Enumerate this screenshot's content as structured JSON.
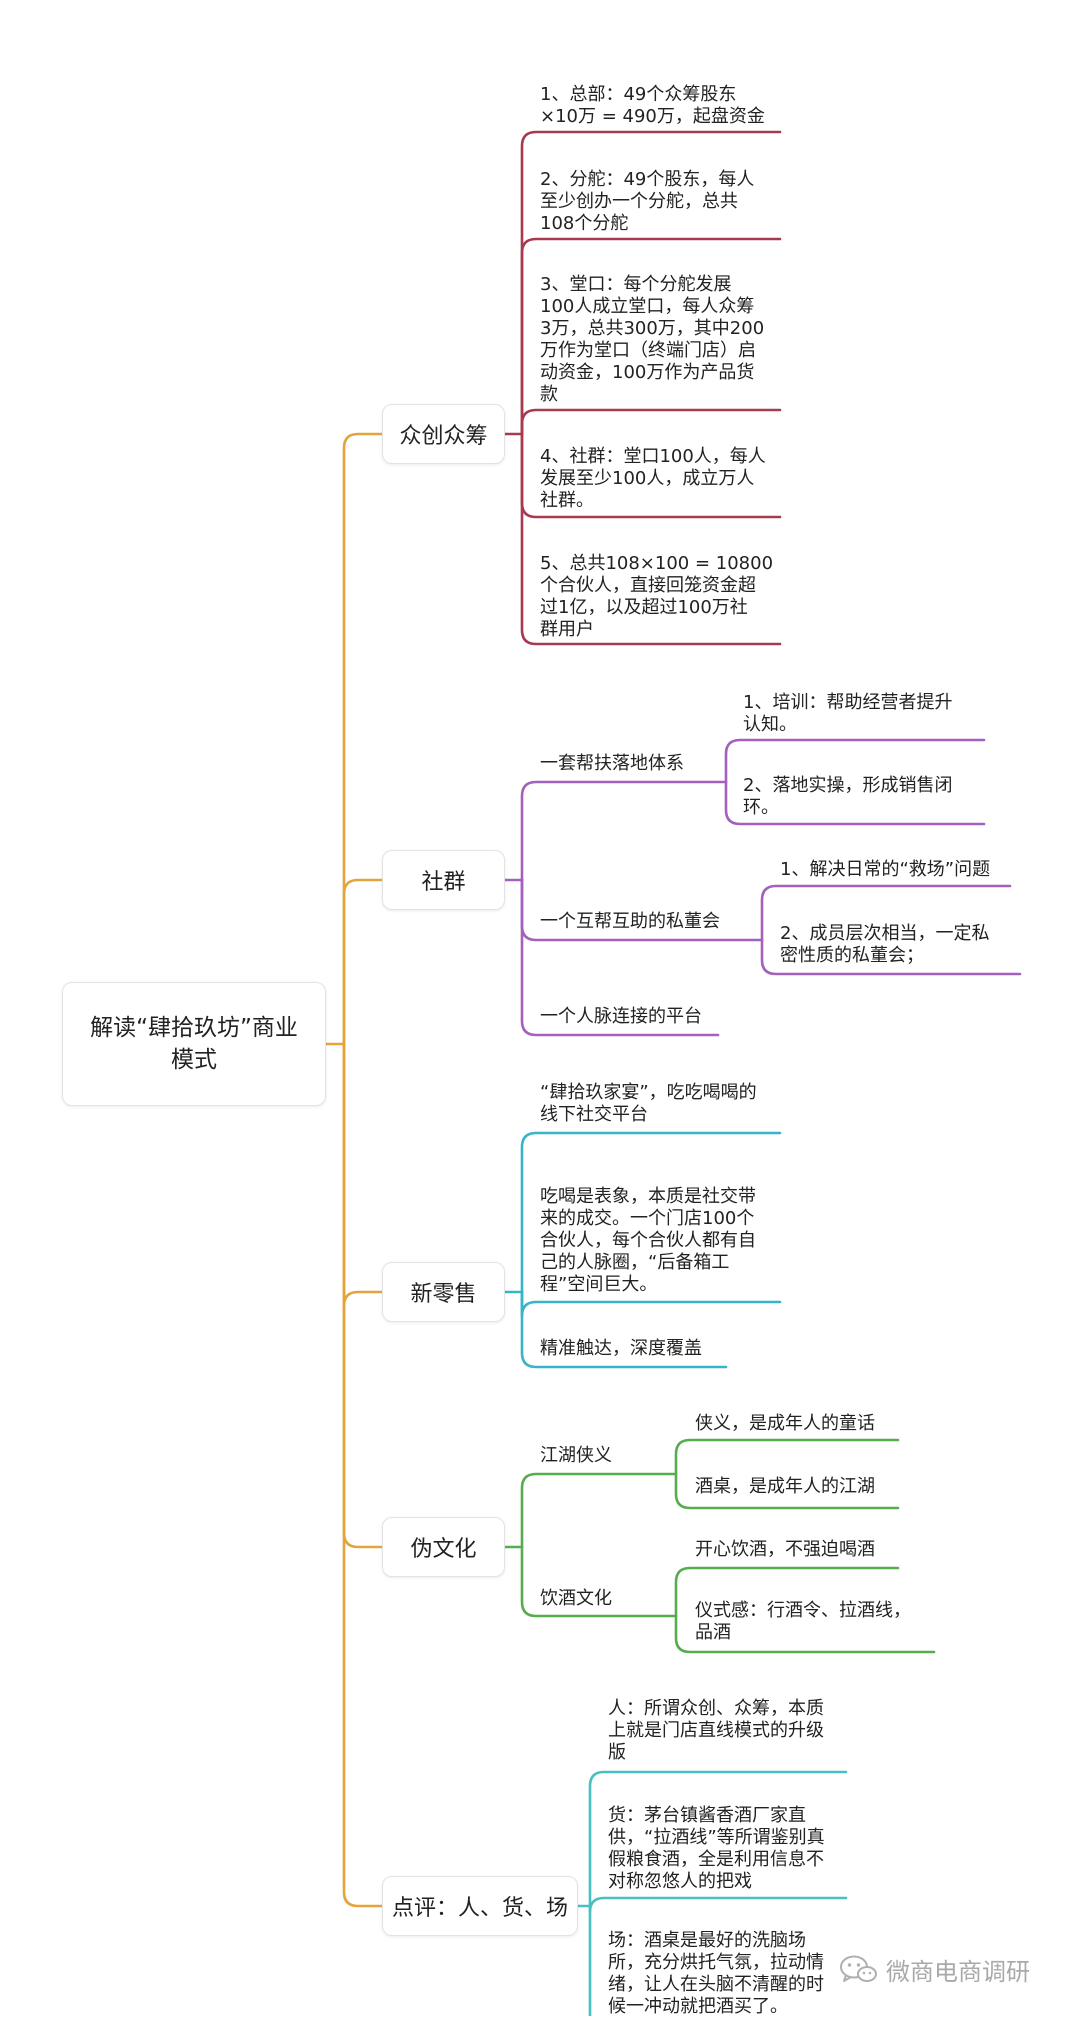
{
  "colors": {
    "trunk": "#E3A43C",
    "crowdfunding": "#A83A50",
    "community": "#A460BE",
    "newretail": "#38B4C8",
    "culture": "#56AD4E",
    "review": "#48C0C2"
  },
  "root": {
    "title": "解读“肆拾玖坊”商业模式"
  },
  "branches": {
    "crowdfunding": {
      "label": "众创众筹",
      "items": [
        "1、总部：49个众筹股东\n×10万 = 490万，起盘资金",
        "2、分舵：49个股东，每人\n至少创办一个分舵，总共\n108个分舵",
        "3、堂口：每个分舵发展\n100人成立堂口，每人众筹\n3万，总共300万，其中200\n万作为堂口（终端门店）启\n动资金，100万作为产品货\n款",
        "4、社群：堂口100人，每人\n发展至少100人，成立万人\n社群。",
        "5、总共108×100 = 10800\n个合伙人，直接回笼资金超\n过1亿，以及超过100万社\n群用户"
      ]
    },
    "community": {
      "label": "社群",
      "support": {
        "label": "一套帮扶落地体系",
        "items": [
          "1、培训：帮助经营者提升\n认知。",
          "2、落地实操，形成销售闭\n环。"
        ]
      },
      "board": {
        "label": "一个互帮互助的私董会",
        "items": [
          "1、解决日常的“救场”问题",
          "2、成员层次相当，一定私\n密性质的私董会；"
        ]
      },
      "network": {
        "label": "一个人脉连接的平台"
      }
    },
    "newretail": {
      "label": "新零售",
      "items": [
        "“肆拾玖家宴”，吃吃喝喝的\n线下社交平台",
        "吃喝是表象，本质是社交带\n来的成交。一个门店100个\n合伙人，每个合伙人都有自\n己的人脉圈，“后备箱工\n程”空间巨大。",
        "精准触达，深度覆盖"
      ]
    },
    "culture": {
      "label": "伪文化",
      "jianghu": {
        "label": "江湖侠义",
        "items": [
          "侠义，是成年人的童话",
          "酒桌，是成年人的江湖"
        ]
      },
      "drinking": {
        "label": "饮酒文化",
        "items": [
          "开心饮酒，不强迫喝酒",
          "仪式感：行酒令、拉酒线，\n品酒"
        ]
      }
    },
    "review": {
      "label": "点评：人、货、场",
      "items": [
        "人：所谓众创、众筹，本质\n上就是门店直线模式的升级\n版",
        "货：茅台镇酱香酒厂家直\n供，“拉酒线”等所谓鉴别真\n假粮食酒，全是利用信息不\n对称忽悠人的把戏",
        "场：酒桌是最好的洗脑场\n所，充分烘托气氛，拉动情\n绪，让人在头脑不清醒的时\n候一冲动就把酒买了。"
      ]
    }
  },
  "watermark": {
    "text": "微商电商调研",
    "icon": "wechat-icon"
  }
}
